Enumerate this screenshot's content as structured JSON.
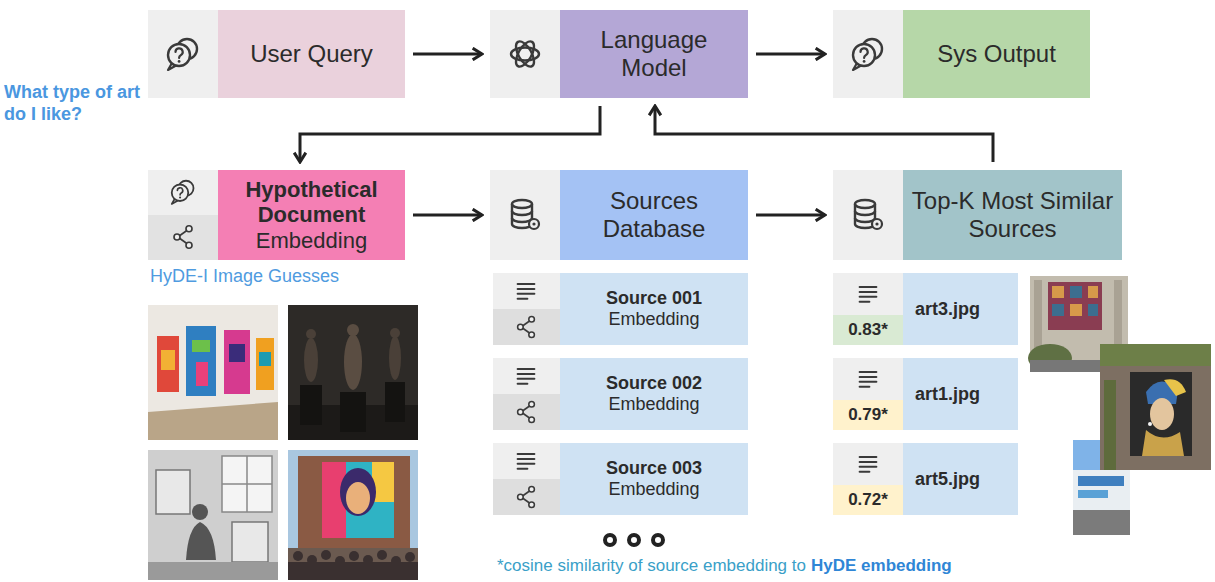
{
  "diagram": {
    "nodes": [
      {
        "text": [
          "User Query"
        ]
      },
      {
        "text": [
          "Language Model"
        ]
      },
      {
        "text": [
          "Sys Output"
        ]
      },
      {
        "text": [
          "Hypothetical Document",
          "Embedding"
        ]
      },
      {
        "text": [
          "Sources Database"
        ]
      },
      {
        "text": [
          "Top-K Most Similar Sources"
        ]
      },
      {
        "text": [
          "Source 001",
          "Embedding"
        ]
      },
      {
        "text": [
          "Source 002",
          "Embedding"
        ]
      },
      {
        "text": [
          "Source 003",
          "Embedding"
        ]
      },
      {
        "text": [
          "art3.jpg",
          "0.83*"
        ]
      },
      {
        "text": [
          "art1.jpg",
          "0.79*"
        ]
      },
      {
        "text": [
          "art5.jpg",
          "0.72*"
        ]
      }
    ],
    "edges": [
      {
        "from": 0,
        "to": 1,
        "arrow": "to"
      },
      {
        "from": 1,
        "to": 2,
        "arrow": "to"
      },
      {
        "from": 1,
        "to": 3,
        "arrow": "to"
      },
      {
        "from": 3,
        "to": 4,
        "arrow": "to"
      },
      {
        "from": 4,
        "to": 5,
        "arrow": "to"
      },
      {
        "from": 5,
        "to": 1,
        "arrow": "to"
      }
    ],
    "labels": [
      "What type of art do I like?",
      "HyDE-I Image Guesses",
      "*cosine similarity of source embedding to",
      "HyDE embedding"
    ]
  }
}
